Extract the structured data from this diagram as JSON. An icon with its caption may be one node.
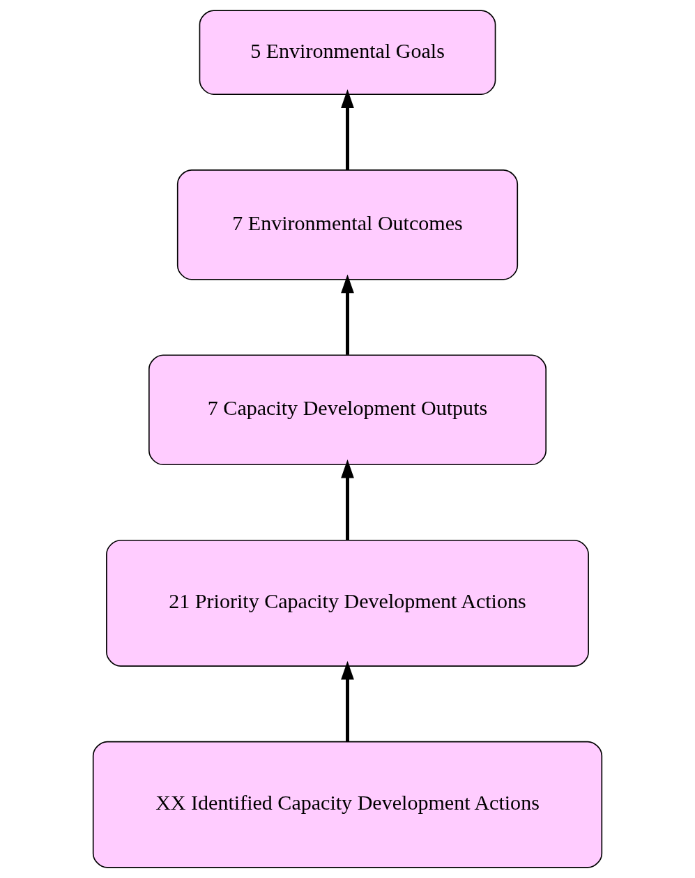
{
  "diagram": {
    "nodes": [
      {
        "text": [
          "5 Environmental Goals"
        ]
      },
      {
        "text": [
          "7 Environmental Outcomes"
        ]
      },
      {
        "text": [
          "7 Capacity Development Outputs"
        ]
      },
      {
        "text": [
          "21 Priority Capacity Development Actions"
        ]
      },
      {
        "text": [
          "XX Identified Capacity Development Actions"
        ]
      }
    ],
    "edges": [
      {
        "from": 4,
        "to": 3,
        "arrow": "to"
      },
      {
        "from": 3,
        "to": 2,
        "arrow": "to"
      },
      {
        "from": 2,
        "to": 1,
        "arrow": "to"
      },
      {
        "from": 1,
        "to": 0,
        "arrow": "to"
      }
    ]
  }
}
